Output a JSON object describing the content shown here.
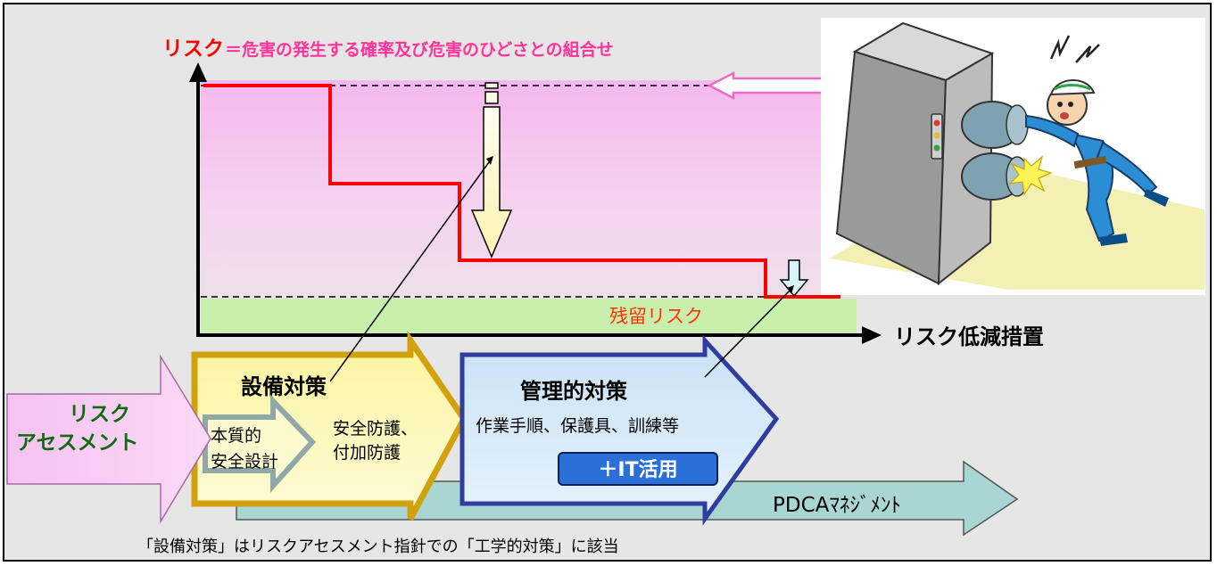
{
  "title": {
    "risk_word": "リスク",
    "definition": "＝危害の発生する確率及び危害のひどさとの組合せ"
  },
  "axis": {
    "x_label": "リスク低減措置"
  },
  "labels": {
    "residual_risk": "残留リスク",
    "risk_assessment_line1": "リスク",
    "risk_assessment_line2": "アセスメント",
    "equipment_measures": "設備対策",
    "inherent_line1": "本質的",
    "inherent_line2": "安全設計",
    "protection_line1": "安全防護、",
    "protection_line2": "付加防護",
    "management_measures": "管理的対策",
    "management_detail": "作業手順、保護具、訓練等",
    "it_badge": "＋IT活用",
    "pdca": "PDCAﾏﾈｼﾞﾒﾝﾄ",
    "footnote": "「設備対策」はリスクアセスメント指針での「工学的対策」に該当"
  },
  "colors": {
    "frame_bg": "#e6e6e6",
    "risk_zone": "#f8c8f0",
    "residual_zone": "#c8f0a8",
    "risk_line": "#ff0000",
    "title_risk": "#ff0000",
    "title_definition": "#ff3399",
    "risk_assessment_arrow": "#f8c8f0",
    "equipment_arrow_fill": "#fcf7b0",
    "equipment_arrow_border": "#d4a516",
    "inherent_arrow_border": "#8aa6a6",
    "management_arrow_fill": "#dcecf8",
    "management_arrow_border": "#2f3f9f",
    "it_badge": "#2a6fd6",
    "pdca_arrow": "#a8d4d4",
    "assessment_text": "#0f6b0f"
  },
  "icons": {
    "illustration": "machine-accident-illustration"
  }
}
